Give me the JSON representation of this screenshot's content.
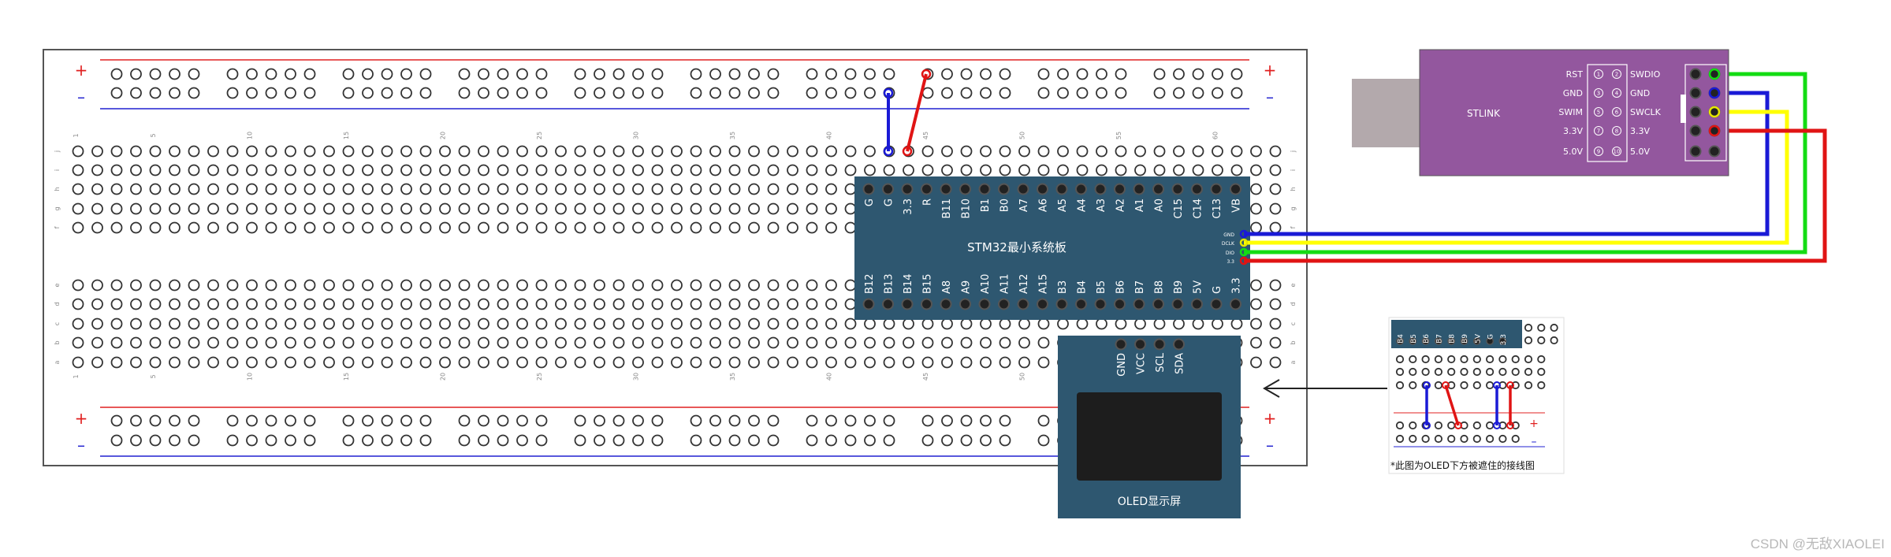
{
  "breadboard": {
    "plus": "+",
    "minus": "–",
    "col_numbers": [
      "1",
      "5",
      "10",
      "15",
      "20",
      "25",
      "30",
      "35",
      "40",
      "45",
      "50",
      "55",
      "60"
    ],
    "row_letters_top": [
      "j",
      "i",
      "h",
      "g",
      "f"
    ],
    "row_letters_bottom": [
      "e",
      "d",
      "c",
      "b",
      "a"
    ]
  },
  "stm32": {
    "title": "STM32最小系统板",
    "top_pins": [
      "G",
      "G",
      "3.3",
      "R",
      "B11",
      "B10",
      "B1",
      "B0",
      "A7",
      "A6",
      "A5",
      "A4",
      "A3",
      "A2",
      "A1",
      "A0",
      "C15",
      "C14",
      "C13",
      "VB"
    ],
    "bottom_pins": [
      "B12",
      "B13",
      "B14",
      "B15",
      "A8",
      "A9",
      "A10",
      "A11",
      "A12",
      "A15",
      "B3",
      "B4",
      "B5",
      "B6",
      "B7",
      "B8",
      "B9",
      "5V",
      "G",
      "3.3"
    ],
    "swd_pins": [
      "GND",
      "DCLK",
      "DIO",
      "3.3"
    ],
    "color": "#2e5770"
  },
  "oled": {
    "pins": [
      "GND",
      "VCC",
      "SCL",
      "SDA"
    ],
    "title": "OLED显示屏"
  },
  "stlink": {
    "title": "STLINK",
    "left_labels": [
      "RST",
      "GND",
      "SWIM",
      "3.3V",
      "5.0V"
    ],
    "right_labels": [
      "SWDIO",
      "GND",
      "SWCLK",
      "3.3V",
      "5.0V"
    ],
    "pin_nums_left": [
      "1",
      "3",
      "5",
      "7",
      "9"
    ],
    "pin_nums_right": [
      "2",
      "4",
      "6",
      "8",
      "10"
    ],
    "color": "#93579e"
  },
  "inset": {
    "pins": [
      "B4",
      "B5",
      "B6",
      "B7",
      "B8",
      "B9",
      "5V",
      "G",
      "3.3"
    ],
    "caption": "*此图为OLED下方被遮住的接线图"
  },
  "wire_colors": {
    "gnd": "#1a1ad6",
    "vcc": "#e01414",
    "yellow": "#ffff00",
    "green": "#14dc14"
  },
  "watermark": "CSDN @无敌XIAOLEI"
}
